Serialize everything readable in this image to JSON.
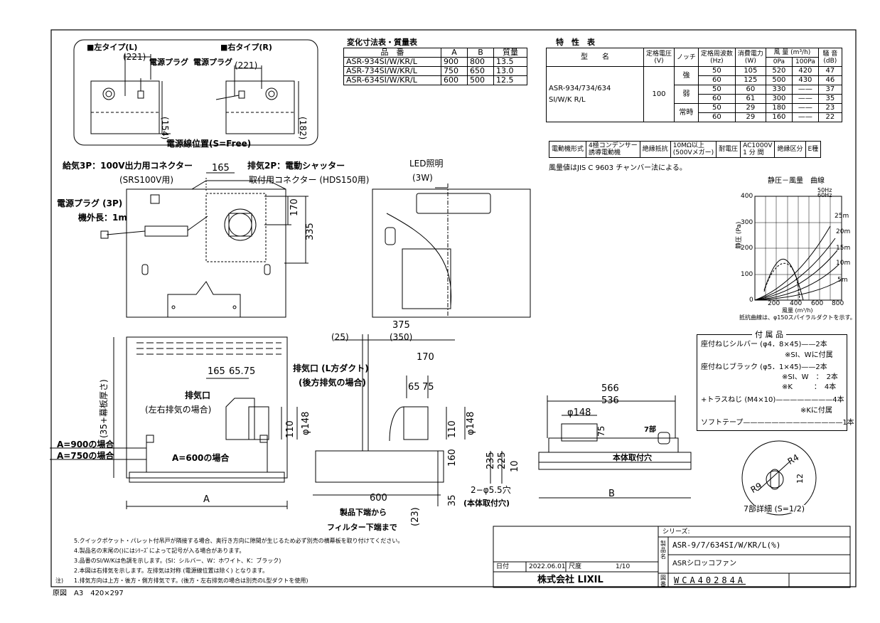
{
  "sheet": {
    "paper_size": "原図　A3　420×297"
  },
  "top_left_inset": {
    "left_type_label": "■左タイプ(L)",
    "right_type_label": "■右タイプ(R)",
    "dim_221_left": "(221)",
    "dim_221_right": "(221)",
    "plug_left": "電源プラグ",
    "plug_right": "電源プラグ",
    "dim_154": "(154)",
    "dim_182": "(182)",
    "cable_position": "電源線位置(S=Free)"
  },
  "dimension_table": {
    "title": "変化寸法表・質量表",
    "headers": [
      "品　番",
      "A",
      "B",
      "質量"
    ],
    "rows": [
      [
        "ASR-934SI/W/KR/L",
        "900",
        "800",
        "13.5"
      ],
      [
        "ASR-734SI/W/KR/L",
        "750",
        "650",
        "13.0"
      ],
      [
        "ASR-634SI/W/KR/L",
        "600",
        "500",
        "12.5"
      ]
    ]
  },
  "characteristics_table": {
    "title": "特　性　表",
    "col_model": "型　　名",
    "col_voltage": "定格電圧\n(V)",
    "col_notch": "ノッチ",
    "col_freq": "定格周波数\n(Hz)",
    "col_power": "消費電力\n(W)",
    "col_airflow": "風 量 (m³/h)",
    "col_0pa": "0Pa",
    "col_100pa": "100Pa",
    "col_noise": "騒 音\n(dB)",
    "model_line1": "ASR-934/734/634",
    "model_line2": "SI/W/K R/L",
    "voltage": "100",
    "notches": [
      {
        "name": "強",
        "rows": [
          [
            "50",
            "105",
            "520",
            "420",
            "47"
          ],
          [
            "60",
            "125",
            "500",
            "430",
            "46"
          ]
        ]
      },
      {
        "name": "弱",
        "rows": [
          [
            "50",
            "60",
            "330",
            "——",
            "37"
          ],
          [
            "60",
            "61",
            "300",
            "——",
            "35"
          ]
        ]
      },
      {
        "name": "常時",
        "rows": [
          [
            "50",
            "29",
            "180",
            "——",
            "23"
          ],
          [
            "60",
            "29",
            "160",
            "——",
            "22"
          ]
        ]
      }
    ]
  },
  "motor_table": {
    "motor_label": "電動機形式",
    "motor_value": "4極コンデンサー\n誘導電動機",
    "insulation_res_label": "絶縁抵抗",
    "insulation_res_value": "10MΩ以上\n(500Vメガー)",
    "withstand_label": "耐電圧",
    "withstand_value": "AC1000V\n1 分 間",
    "insulation_class_label": "絶縁区分",
    "insulation_class_value": "E種"
  },
  "airflow_note": "風量値はJIS C 9603 チャンバー法による。",
  "pq_chart": {
    "title": "静圧－風量　曲線",
    "legend_50": "50Hz",
    "legend_60": "60Hz",
    "ylabel": "静圧 (Pa)",
    "xlabel": "風量 (m³/h)",
    "yticks": [
      "400",
      "300",
      "200",
      "100",
      "0"
    ],
    "xticks": [
      "200",
      "400",
      "600",
      "800"
    ],
    "duct_lengths": [
      "25m",
      "20m",
      "15m",
      "10m",
      "5m"
    ],
    "note": "抵抗曲線は、φ150スパイラルダクトを示す。"
  },
  "front_view": {
    "supply_label": "給気3P：100V出力用コネクター",
    "supply_sub": "(SRS100V用)",
    "exhaust_label": "排気2P：電動シャッター",
    "exhaust_sub": "取付用コネクター (HDS150用)",
    "plug": "電源プラグ (3P)",
    "cable": "機外長：1m",
    "dim_165": "165",
    "dim_170": "170",
    "dim_335": "335"
  },
  "led_view": {
    "label": "LED照明",
    "watt": "(3W)"
  },
  "accessories": {
    "title": "付 属 品",
    "items": [
      "座付ねじシルバー (φ4．8×45)——2本",
      "※SI、Wに付属",
      "座付ねじブラック (φ5．1×45)——2本",
      "※SI、W　：　2本",
      "※K　　　：　4本",
      "+トラスねじ (M4×10)————————4本",
      "※Kに付属",
      "ソフトテープ——————————————1本"
    ]
  },
  "bottom_front": {
    "dim_165": "165",
    "dim_65_75": "65.75",
    "exhaust": "排気口",
    "exhaust_sub": "(左右排気の場合)",
    "dim_148": "φ148",
    "dim_110": "110",
    "dim_35": "(35+幕板厚さ)",
    "a900": "A=900の場合",
    "a750": "A=750の場合",
    "a600": "A=600の場合",
    "dim_A": "A"
  },
  "side_view": {
    "dim_375": "375",
    "dim_25": "(25)",
    "dim_350": "(350)",
    "dim_170": "170",
    "exhaust": "排気口 (L方ダクト)",
    "exhaust_sub": "(後方排気の場合)",
    "dim_65": "65",
    "dim_75": "75",
    "dim_148": "φ148",
    "dim_110": "110",
    "dim_160": "160",
    "dim_235": "235",
    "dim_225": "225",
    "dim_10": "10",
    "dim_35": "35",
    "dim_600": "600",
    "dim_23": "(23)",
    "note1": "製品下端から",
    "note2": "フィルター下端まで"
  },
  "top_view": {
    "dim_566": "566",
    "dim_536": "536",
    "dim_148": "φ148",
    "dim_75": "75",
    "detail_callout": "7部",
    "mount_hole": "本体取付穴",
    "holes": "2−φ5.5穴",
    "holes_sub": "(本体取付穴)",
    "dim_B": "B"
  },
  "detail": {
    "r4": "R4",
    "r9": "R9",
    "dim_12": "12",
    "caption": "7部詳細 (S=1/2)"
  },
  "notes": [
    "5.クイックポケット・パレット付吊戸が隣接する場合、奥行き方向に隙間が生じるため必ず別売の横幕板を取り付けてください。",
    "4.製品名の末尾の()にはｼﾘｰｽﾞによって記号が入る場合があります。",
    "3.品番のSI/W/Kは色調を示します。(SI：シルバー、W：ホワイト、K：ブラック)",
    "2.本図は右排気を示します。左排気は対称 (電源線位置は除く) となります。",
    "1.排気方向は上方・後方・側方排気です。(後方・左右排気の場合は別売のL型ダクトを使用)"
  ],
  "notes_prefix": "注)",
  "title_block": {
    "series_label": "シリーズ:",
    "product_label": "製品名",
    "product_model": "ASR-9/7/634SI/W/KR/L(%)",
    "product_name": "ASRシロッコファン",
    "drawing_label": "図番",
    "drawing_no": "WCA40284A",
    "date_label": "日付",
    "date": "2022.06.01",
    "scale_label": "尺度",
    "scale": "1/10",
    "company": "株式会社 LIXIL"
  }
}
